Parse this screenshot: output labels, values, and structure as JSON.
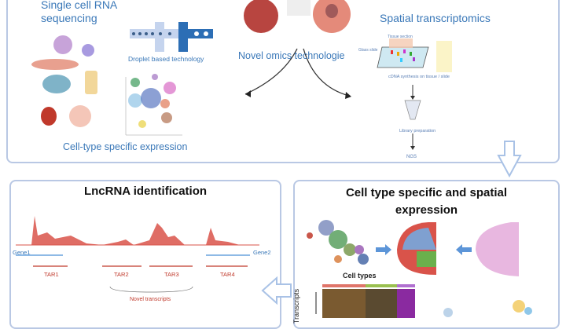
{
  "top": {
    "scrna_title_line1": "Single cell RNA",
    "scrna_title_line2": "sequencing",
    "droplet_label": "Droplet based technology",
    "celltype_expression_label": "Cell-type specific expression",
    "novel_omics_label": "Novel omics technologie",
    "spatial_title": "Spatial transcriptomics",
    "tissue_section_label": "Tissue section",
    "glass_slide_label": "Glass slide",
    "cdna_label": "cDNA synthesis on tissue / slide",
    "library_label": "Library preparation",
    "ngs_label": "NGS"
  },
  "lncrna": {
    "title": "LncRNA identification",
    "gene1": "Gene1",
    "gene2": "Gene2",
    "tars": [
      "TAR1",
      "TAR2",
      "TAR3",
      "TAR4"
    ],
    "novel_transcripts": "Novel transcripts"
  },
  "celltype": {
    "title_line1": "Cell type specific and spatial",
    "title_line2": "expression",
    "cell_types_label": "Cell types",
    "transcripts_label": "Transcripts"
  },
  "colors": {
    "accent_blue": "#3a78b8",
    "panel_border": "#b9c8e4",
    "peak_red": "#d9534a"
  }
}
